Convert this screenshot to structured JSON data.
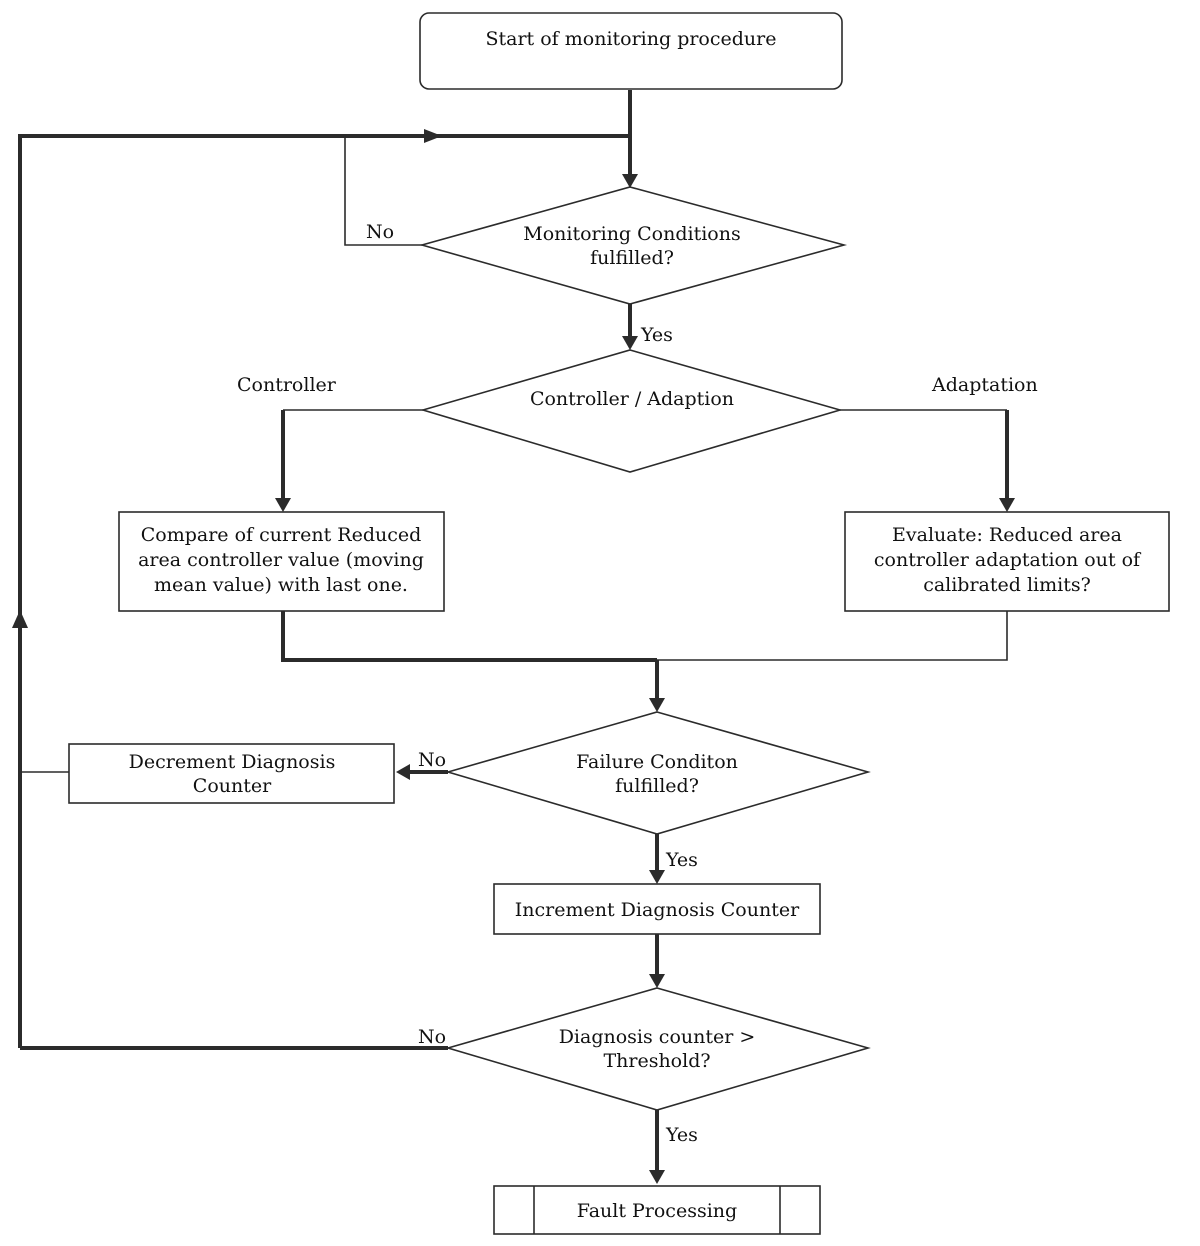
{
  "nodes": {
    "start": {
      "text": "Start of monitoring procedure"
    },
    "monitoring_conditions": {
      "line1": "Monitoring Conditions",
      "line2": "fulfilled?"
    },
    "controller_adaption": {
      "text": "Controller / Adaption"
    },
    "compare": {
      "line1": "Compare of current Reduced",
      "line2": "area controller value (moving",
      "line3": "mean value) with last one."
    },
    "evaluate": {
      "line1": "Evaluate: Reduced area",
      "line2": "controller adaptation out of",
      "line3": "calibrated limits?"
    },
    "failure_condition": {
      "line1": "Failure Conditon",
      "line2": "fulfilled?"
    },
    "decrement": {
      "line1": "Decrement Diagnosis",
      "line2": "Counter"
    },
    "increment": {
      "text": "Increment Diagnosis Counter"
    },
    "threshold": {
      "line1": "Diagnosis counter >",
      "line2": "Threshold?"
    },
    "fault": {
      "text": "Fault Processing"
    }
  },
  "labels": {
    "no_monitoring": "No",
    "yes_monitoring": "Yes",
    "controller_branch": "Controller",
    "adaptation_branch": "Adaptation",
    "no_failure": "No",
    "yes_failure": "Yes",
    "no_threshold": "No",
    "yes_threshold": "Yes"
  }
}
